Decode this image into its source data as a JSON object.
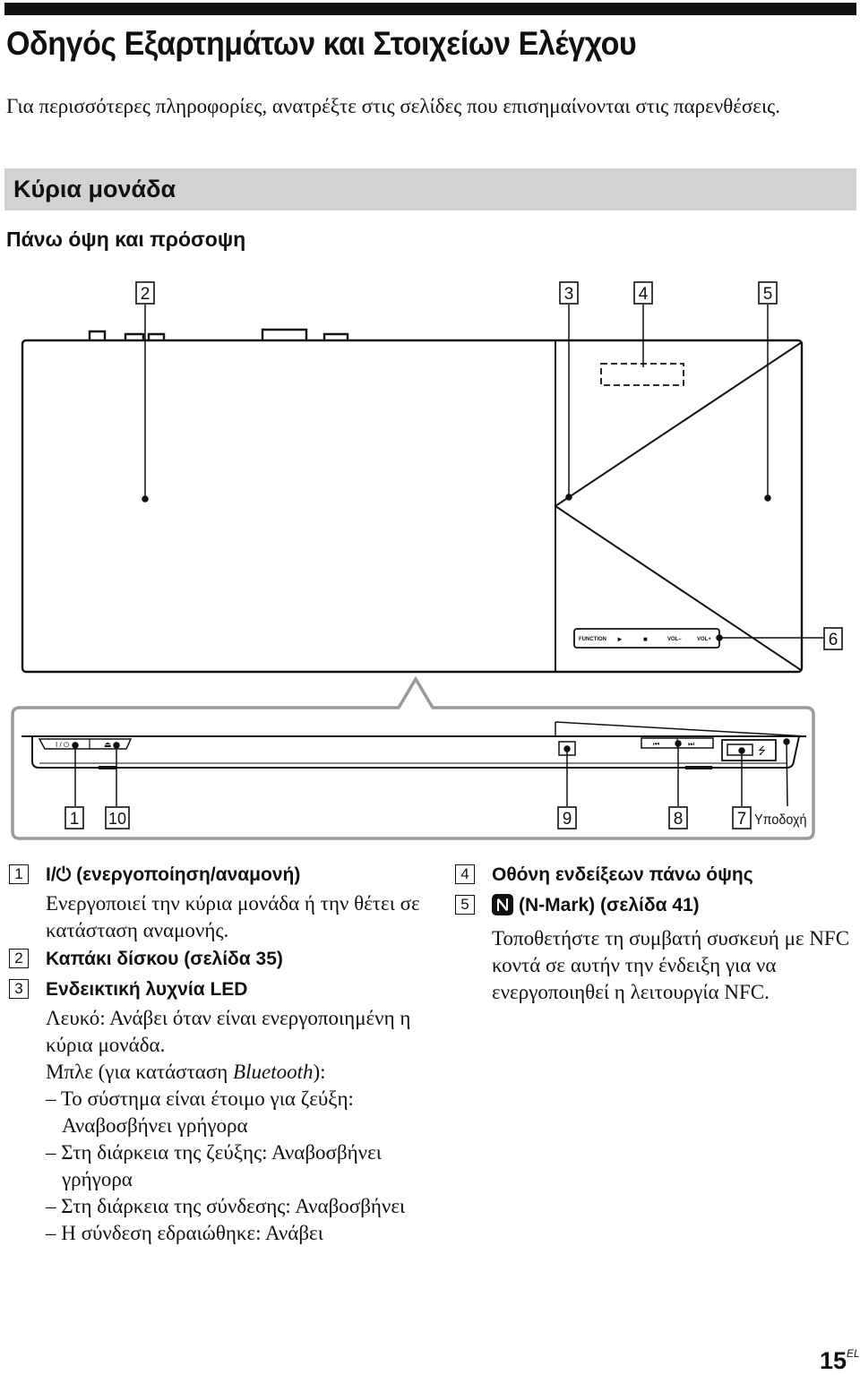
{
  "page": {
    "title": "Οδηγός Εξαρτημάτων και Στοιχείων Ελέγχου",
    "intro": "Για περισσότερες πληροφορίες, ανατρέξτε στις σελίδες που επισημαίνονται στις παρενθέσεις.",
    "section_title": "Κύρια μονάδα",
    "subsection_title": "Πάνω όψη και πρόσοψη",
    "page_number": "15",
    "page_number_suffix": "EL"
  },
  "diagram": {
    "callouts": [
      "1",
      "2",
      "3",
      "4",
      "5",
      "6",
      "7",
      "8",
      "9",
      "10"
    ],
    "port_label": "Υποδοχή",
    "panel_buttons": [
      "FUNCTION",
      "►",
      "■",
      "VOL–",
      "VOL+"
    ],
    "front_buttons": [
      "I / ⏻",
      "⏏"
    ],
    "front_skip_buttons": [
      "⏮",
      "⏭"
    ],
    "usb_symbol": "⭍"
  },
  "items": {
    "item1": {
      "number": "1",
      "heading": "(ενεργοποίηση/αναμονή)",
      "power_symbol": "I/⏻",
      "description": "Ενεργοποιεί την κύρια μονάδα ή την θέτει σε κατάσταση αναμονής."
    },
    "item2": {
      "number": "2",
      "heading": "Καπάκι δίσκου (σελίδα 35)"
    },
    "item3": {
      "number": "3",
      "heading": "Ενδεικτική λυχνία LED",
      "description": "Λευκό: Ανάβει όταν είναι ενεργοποιημένη η κύρια μονάδα.",
      "blue_prefix": "Μπλε (για κατάσταση ",
      "blue_italic": "Bluetooth",
      "blue_suffix": "):",
      "states": [
        "– Το σύστημα είναι έτοιμο για ζεύξη: Αναβοσβήνει γρήγορα",
        "– Στη διάρκεια της ζεύξης: Αναβοσβήνει γρήγορα",
        "– Στη διάρκεια της σύνδεσης: Αναβοσβήνει",
        "– Η σύνδεση εδραιώθηκε: Ανάβει"
      ]
    },
    "item4": {
      "number": "4",
      "heading": "Οθόνη ενδείξεων πάνω όψης"
    },
    "item5": {
      "number": "5",
      "heading": "(N-Mark) (σελίδα 41)",
      "nmark_icon": "n-mark-icon",
      "description": "Τοποθετήστε τη συμβατή συσκευή με NFC κοντά σε αυτήν την ένδειξη για να ενεργοποιηθεί η λειτουργία NFC."
    }
  }
}
